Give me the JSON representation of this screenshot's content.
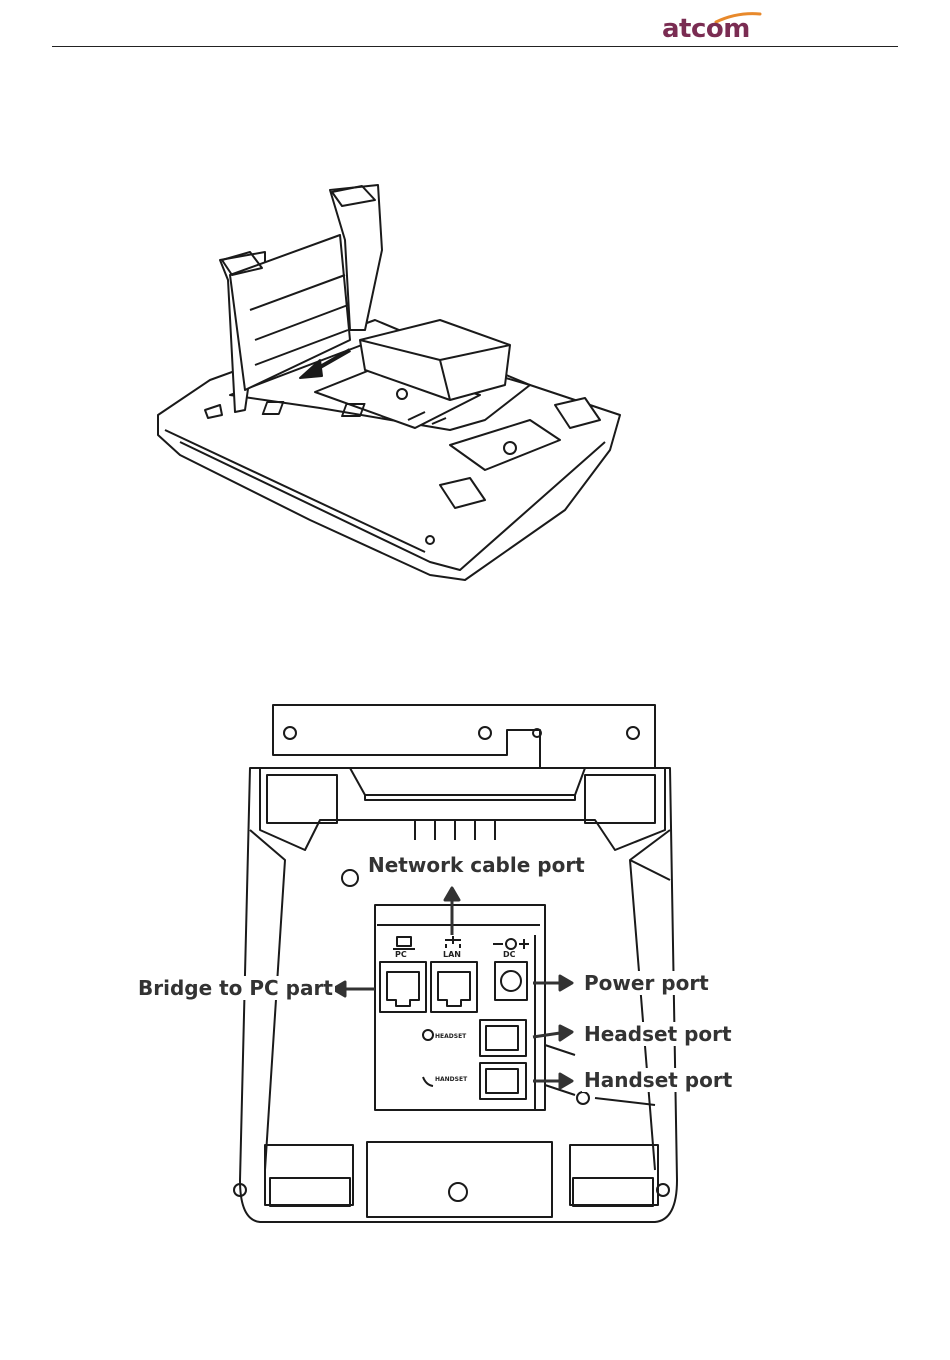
{
  "header": {
    "brand": "atcom",
    "accent_color": "#7a2c52",
    "swoosh_color": "#e8892b"
  },
  "figure1": {
    "description_icon": "phone-stand-removal-illustration"
  },
  "figure2": {
    "port_labels": {
      "pc": "PC",
      "lan": "LAN",
      "dc": "DC",
      "headset": "HEADSET",
      "handset": "HANDSET"
    },
    "callouts": {
      "network": "Network cable port",
      "bridge": "Bridge to PC part",
      "power": "Power port",
      "headset": "Headset port",
      "handset": "Handset port"
    }
  }
}
